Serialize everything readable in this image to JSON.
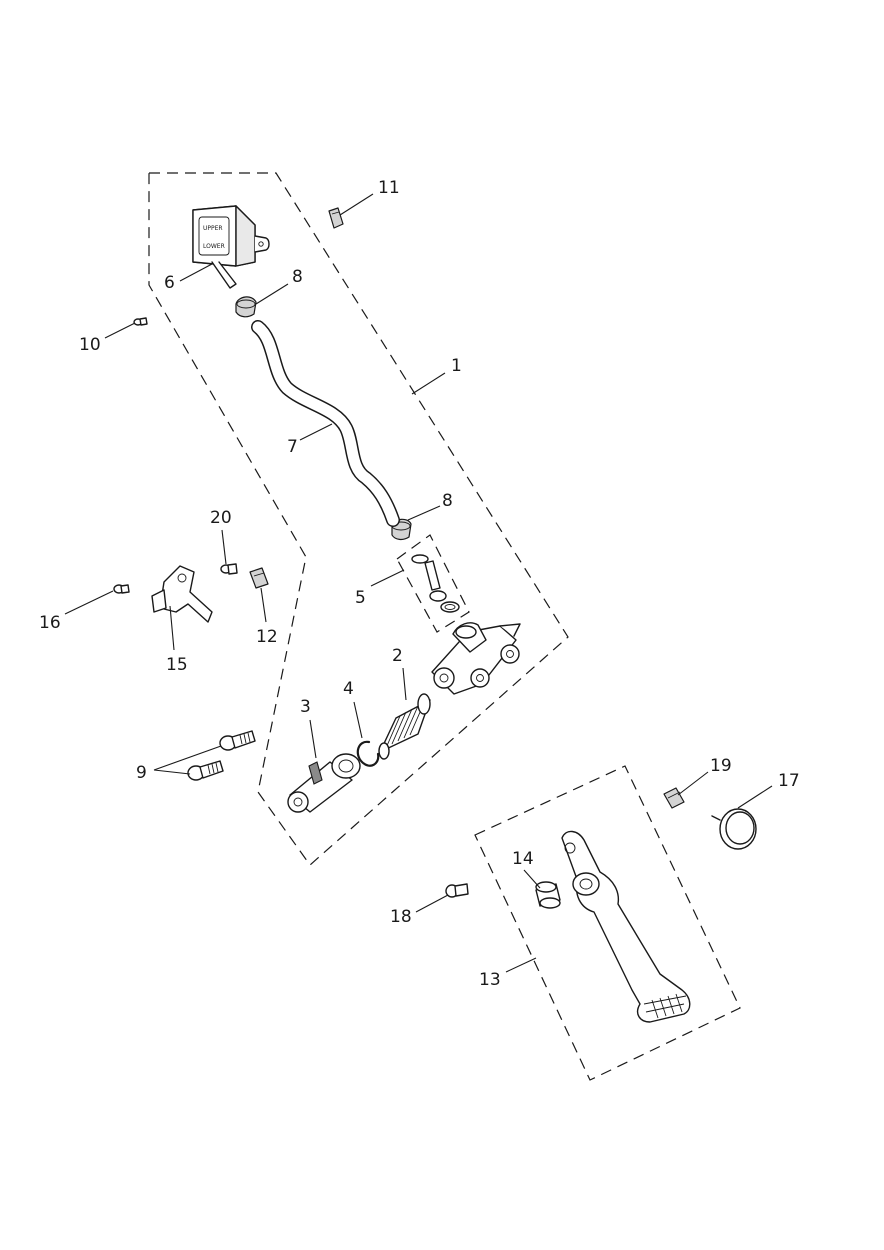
{
  "reservoir_labels": {
    "upper": "UPPER",
    "lower": "LOWER"
  },
  "callouts": {
    "c1": "1",
    "c2": "2",
    "c3": "3",
    "c4": "4",
    "c5": "5",
    "c6": "6",
    "c7": "7",
    "c8a": "8",
    "c8b": "8",
    "c9": "9",
    "c10": "10",
    "c11": "11",
    "c12": "12",
    "c13": "13",
    "c14": "14",
    "c15": "15",
    "c16": "16",
    "c17": "17",
    "c18": "18",
    "c19": "19",
    "c20": "20"
  }
}
